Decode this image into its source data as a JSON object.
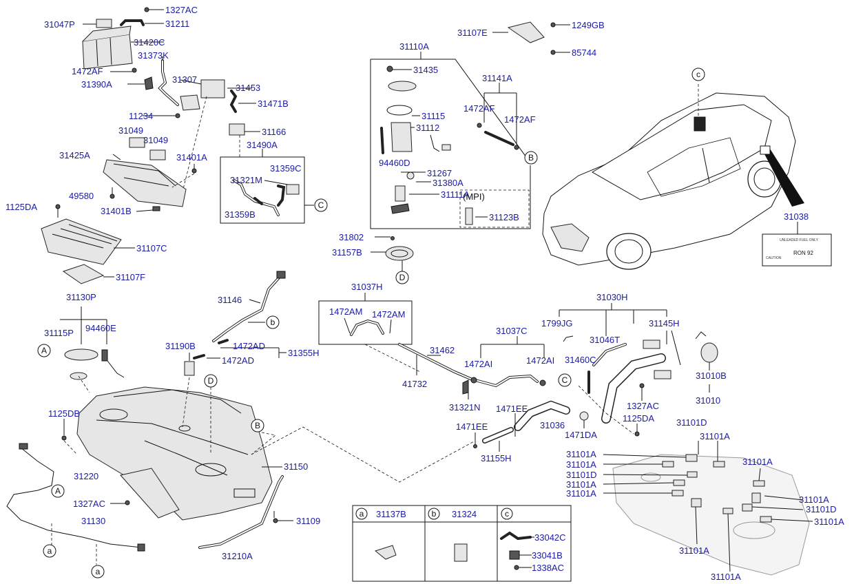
{
  "diagram": {
    "parts": [
      {
        "id": "31047P"
      },
      {
        "id": "1327AC"
      },
      {
        "id": "31211"
      },
      {
        "id": "31420C"
      },
      {
        "id": "31373K"
      },
      {
        "id": "1472AF"
      },
      {
        "id": "31390A"
      },
      {
        "id": "31307"
      },
      {
        "id": "31453"
      },
      {
        "id": "31471B"
      },
      {
        "id": "11234"
      },
      {
        "id": "31166"
      },
      {
        "id": "31049"
      },
      {
        "id": "31490A"
      },
      {
        "id": "31425A"
      },
      {
        "id": "31401A"
      },
      {
        "id": "31359C"
      },
      {
        "id": "31321M"
      },
      {
        "id": "49580"
      },
      {
        "id": "31359B"
      },
      {
        "id": "31401B"
      },
      {
        "id": "1125DA"
      },
      {
        "id": "31107C"
      },
      {
        "id": "31107F"
      },
      {
        "id": "31130P"
      },
      {
        "id": "31115P"
      },
      {
        "id": "94460E"
      },
      {
        "id": "1125DB"
      },
      {
        "id": "31220"
      },
      {
        "id": "31130"
      },
      {
        "id": "31146"
      },
      {
        "id": "31190B"
      },
      {
        "id": "1472AD"
      },
      {
        "id": "31355H"
      },
      {
        "id": "31150"
      },
      {
        "id": "31109"
      },
      {
        "id": "31210A"
      },
      {
        "id": "31110A"
      },
      {
        "id": "31435"
      },
      {
        "id": "31115"
      },
      {
        "id": "31112"
      },
      {
        "id": "94460D"
      },
      {
        "id": "31267"
      },
      {
        "id": "31380A"
      },
      {
        "id": "31111A"
      },
      {
        "id": "31123B"
      },
      {
        "id": "31141A"
      },
      {
        "id": "31107E"
      },
      {
        "id": "1249GB"
      },
      {
        "id": "85744"
      },
      {
        "id": "31802"
      },
      {
        "id": "31157B"
      },
      {
        "id": "31037H"
      },
      {
        "id": "1472AM"
      },
      {
        "id": "31462"
      },
      {
        "id": "41732"
      },
      {
        "id": "31037C"
      },
      {
        "id": "1472AI"
      },
      {
        "id": "31321N"
      },
      {
        "id": "1471EE"
      },
      {
        "id": "31036"
      },
      {
        "id": "1471DA"
      },
      {
        "id": "31155H"
      },
      {
        "id": "31030H"
      },
      {
        "id": "1799JG"
      },
      {
        "id": "31046T"
      },
      {
        "id": "31145H"
      },
      {
        "id": "31460C"
      },
      {
        "id": "1125DA"
      },
      {
        "id": "31010B"
      },
      {
        "id": "31010"
      },
      {
        "id": "31038"
      },
      {
        "id": "31101D"
      },
      {
        "id": "31101A"
      },
      {
        "id": "33042C"
      },
      {
        "id": "33041B"
      },
      {
        "id": "1338AC"
      },
      {
        "id": "31137B"
      },
      {
        "id": "31324"
      }
    ],
    "labels": {
      "p31047P": "31047P",
      "p1327AC_a": "1327AC",
      "p31211": "31211",
      "p31420C": "31420C",
      "p31373K": "31373K",
      "p1472AF_a": "1472AF",
      "p31390A": "31390A",
      "p31307": "31307",
      "p31453": "31453",
      "p31471B": "31471B",
      "p11234": "11234",
      "p31166": "31166",
      "p31049_a": "31049",
      "p31049_b": "31049",
      "p31490A": "31490A",
      "p31425A": "31425A",
      "p31401A": "31401A",
      "p31359C": "31359C",
      "p31321M": "31321M",
      "p49580": "49580",
      "p31359B": "31359B",
      "p31401B": "31401B",
      "p1125DA_a": "1125DA",
      "p31107C": "31107C",
      "p31107F": "31107F",
      "p31130P": "31130P",
      "p31115P": "31115P",
      "p94460E": "94460E",
      "p1125DB": "1125DB",
      "p31220": "31220",
      "p1327AC_b": "1327AC",
      "p31130": "31130",
      "p31146": "31146",
      "p31190B": "31190B",
      "p1472AD_a": "1472AD",
      "p1472AD_b": "1472AD",
      "p31355H": "31355H",
      "p31150": "31150",
      "p31109": "31109",
      "p31210A": "31210A",
      "p31110A": "31110A",
      "p31435": "31435",
      "p31115": "31115",
      "p31112": "31112",
      "p94460D": "94460D",
      "p31267": "31267",
      "p31380A": "31380A",
      "p31111A": "31111A",
      "p31123B": "31123B",
      "mpi": "(MPI)",
      "p31141A": "31141A",
      "p1472AF_b": "1472AF",
      "p1472AF_c": "1472AF",
      "p31107E": "31107E",
      "p1249GB": "1249GB",
      "p85744": "85744",
      "p31802": "31802",
      "p31157B": "31157B",
      "p31037H": "31037H",
      "p1472AM_a": "1472AM",
      "p1472AM_b": "1472AM",
      "p31462": "31462",
      "p41732": "41732",
      "p31037C": "31037C",
      "p1472AI_a": "1472AI",
      "p1472AI_b": "1472AI",
      "p31321N": "31321N",
      "p1471EE_a": "1471EE",
      "p1471EE_b": "1471EE",
      "p31036": "31036",
      "p1471DA": "1471DA",
      "p31155H": "31155H",
      "p31030H": "31030H",
      "p1799JG": "1799JG",
      "p31046T": "31046T",
      "p31145H": "31145H",
      "p31460C": "31460C",
      "p1327AC_c": "1327AC",
      "p1125DA_b": "1125DA",
      "p31010B": "31010B",
      "p31010": "31010",
      "p31038": "31038",
      "p31101D_a": "31101D",
      "p31101A_a": "31101A",
      "p31101A_b": "31101A",
      "p31101A_c": "31101A",
      "p31101D_b": "31101D",
      "p31101A_d": "31101A",
      "p31101A_e": "31101A",
      "p31101A_f": "31101A",
      "p31101A_g": "31101A",
      "p31101D_c": "31101D",
      "p31101A_h": "31101A",
      "p31101A_i": "31101A",
      "p31101A_j": "31101A",
      "t_a": "a",
      "t_b": "b",
      "t_c": "c",
      "t31137B": "31137B",
      "t31324": "31324",
      "t33042C": "33042C",
      "t33041B": "33041B",
      "t1338AC": "1338AC"
    },
    "refs": {
      "A": "A",
      "B": "B",
      "C": "C",
      "D": "D",
      "a": "a",
      "b": "b",
      "c": "c"
    },
    "fuel_label": {
      "line1": "UNLEADED FUEL ONLY",
      "line2": "RON 92",
      "line3": "CAUTION"
    }
  }
}
